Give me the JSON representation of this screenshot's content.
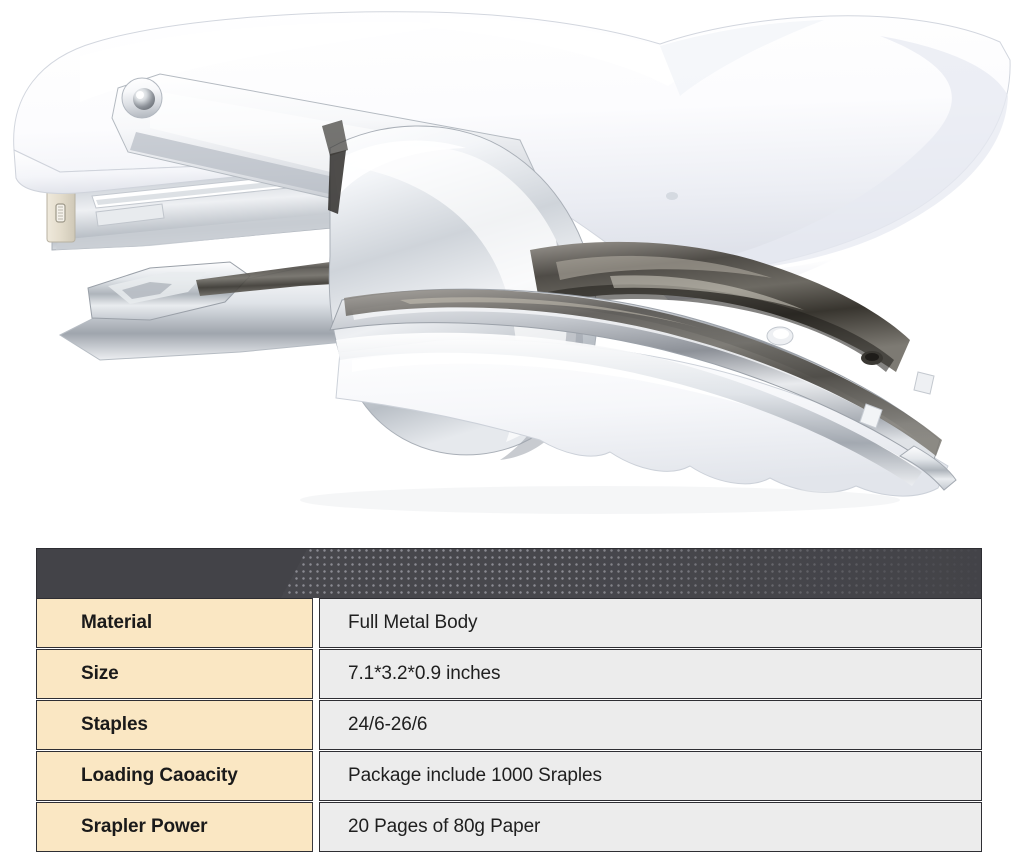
{
  "product": {
    "name": "white-plier-stapler",
    "description": "White plier-style handheld stapler with chrome metal body, shown at an angle",
    "body_color": "#ffffff",
    "metal_color": "#d9dde2",
    "accent_metal_dark": "#5a5a55"
  },
  "spec_table": {
    "header_color": "#434348",
    "label_cell_color": "#fae7c3",
    "value_cell_color": "#ececec",
    "border_color": "#2e2e33",
    "rows": [
      {
        "label": "Material",
        "value": "Full Metal Body"
      },
      {
        "label": "Size",
        "value": "7.1*3.2*0.9   inches"
      },
      {
        "label": "Staples",
        "value": "24/6-26/6"
      },
      {
        "label": "Loading Caoacity",
        "value": "Package include 1000 Sraples"
      },
      {
        "label": "Srapler Power",
        "value": "20 Pages of 80g Paper"
      }
    ]
  }
}
